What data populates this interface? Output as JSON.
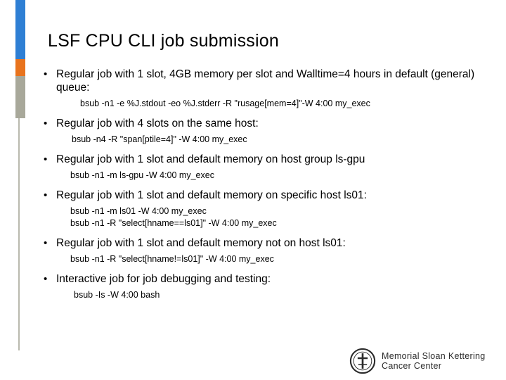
{
  "slide": {
    "title": "LSF CPU CLI job submission",
    "bullet_char": "•",
    "items": [
      {
        "text": "Regular job with 1 slot, 4GB memory per slot and Walltime=4 hours in default (general) queue:",
        "code": [
          "bsub -n1 -e %J.stdout -eo %J.stderr  -R \"rusage[mem=4]\"-W 4:00 my_exec"
        ]
      },
      {
        "text": "Regular job with 4 slots on the same host:",
        "code": [
          "bsub -n4 -R \"span[ptile=4]\" -W 4:00 my_exec"
        ]
      },
      {
        "text": "Regular job with 1 slot and default memory on host group ls-gpu",
        "code": [
          "bsub -n1 -m ls-gpu -W 4:00 my_exec"
        ]
      },
      {
        "text": "Regular job with 1 slot and default memory on specific host ls01:",
        "code": [
          "bsub -n1 -m ls01 -W 4:00 my_exec",
          "bsub -n1 -R \"select[hname==ls01]\" -W 4:00 my_exec"
        ]
      },
      {
        "text": "Regular job with 1 slot and default memory not on host ls01:",
        "code": [
          "bsub -n1 -R \"select[hname!=ls01]\" -W 4:00 my_exec"
        ]
      },
      {
        "text": "Interactive job for job debugging and testing:",
        "code": [
          "bsub -Is -W 4:00 bash"
        ]
      }
    ]
  },
  "logo": {
    "line1": "Memorial Sloan Kettering",
    "line2": "Cancer Center",
    "icon": "msk-crest-icon"
  },
  "colors": {
    "accent_blue": "#2e7fd4",
    "accent_orange": "#e8731d",
    "accent_gray": "#a8a89a"
  }
}
